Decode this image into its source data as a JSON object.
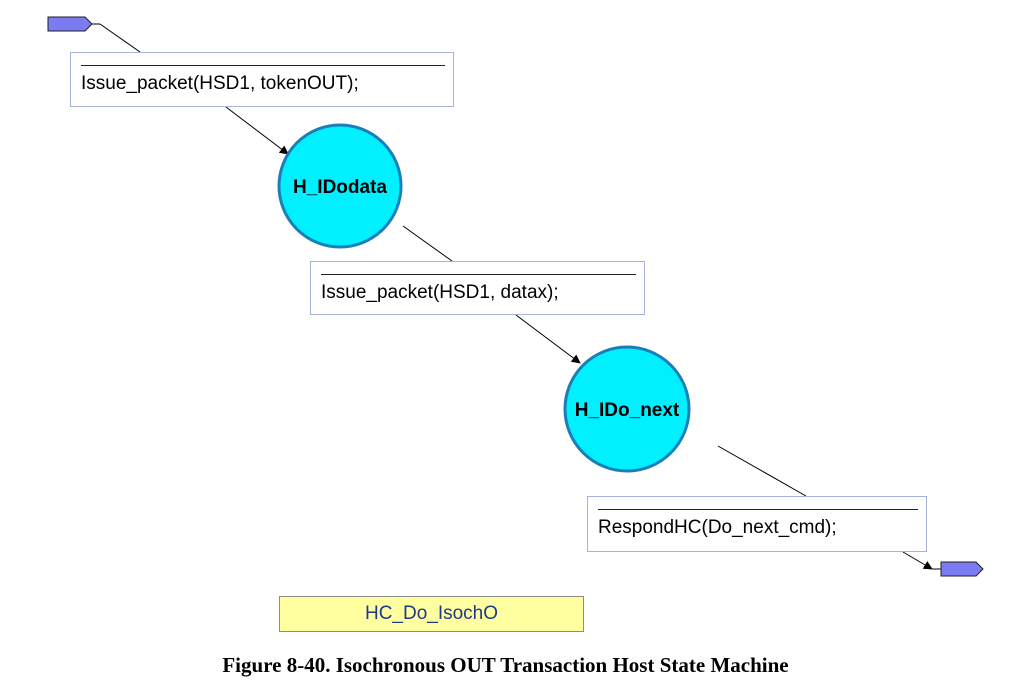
{
  "diagram": {
    "actions": {
      "issue_token": "Issue_packet(HSD1, tokenOUT);",
      "issue_data": "Issue_packet(HSD1, datax);",
      "respond": "RespondHC(Do_next_cmd);"
    },
    "states": {
      "idodata": "H_IDodata",
      "ido_next": "H_IDo_next"
    },
    "machine_name": "HC_Do_IsochO",
    "colors": {
      "state_fill": "#00f0ff",
      "state_stroke": "#1a7fb8",
      "connector_fill": "#7b7bf2",
      "box_border": "#a6b4dc",
      "machine_name_fill": "#ffff9f",
      "machine_name_text": "#1c3a8c"
    }
  },
  "caption": "Figure 8-40.  Isochronous OUT Transaction Host State Machine"
}
